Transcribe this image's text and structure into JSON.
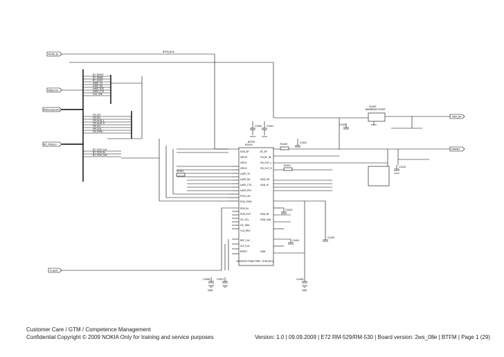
{
  "footer": {
    "line1": "Customer Care / GTM / Competence Management",
    "line2": "Confidential Copyright © 2009 NOKIA Only for training and service purposes",
    "version": "Version: 1.0  |  09.09.2009  |  E72 RM-529/RM-530  |  Board version: 2ws_08e  |  BTFM  |  Page 1 (29)"
  },
  "schematic": {
    "ports_left": [
      "RFPA_fp",
      "BBp(xx)",
      "PeBusupp(xx)",
      "BT_FM(xx)",
      "Cu(pf)"
    ],
    "ports_right": [
      "ANT_BT",
      "FMANT"
    ],
    "net_top": "BTFM_BUS",
    "ic_main": {
      "title": "BTFM",
      "ref": "N2400",
      "part": "BCM4325 FM/BT PDIF / SHB (RX1)",
      "pins_left": [
        "VDD_BT",
        "GPIO0",
        "GPIO1",
        "GPIO2",
        "UART_TX",
        "UART_RX",
        "UART_CTS",
        "UART_RTS",
        "PCM_CLK",
        "PCM_SYNC",
        "PCM_IN",
        "PCM_OUT",
        "I2C_SCL",
        "I2C_SDA",
        "CLK_REQ",
        "REF_CLK",
        "SLP_CLK",
        "RESET"
      ],
      "pins_right": [
        "BT_RF",
        "FM_RF_IN",
        "FM_OUT_L",
        "FM_OUT_R",
        "VDD_FM",
        "VDD_IO",
        "VDD_PA",
        "VDD_LNA",
        "GND"
      ]
    },
    "ic_right": {
      "ref": "Z2400",
      "label": "BANDPASS FILTER"
    },
    "blocks_left_1": [
      "BT_RESET",
      "BT_WAKE",
      "BT_HOST",
      "UART_TX",
      "UART_RX",
      "UART_RTS",
      "UART_CTS",
      "CLK_32K"
    ],
    "blocks_left_2": [
      "FM_INT",
      "FM_EN",
      "FM_AUD_L",
      "FM_AUD_R",
      "FM_I2C",
      "FM_CLK",
      "FM_SYNC"
    ],
    "blocks_left_3": [
      "BT_PCM_CLK",
      "BT_PCM_IN",
      "BT_PCM_OUT"
    ],
    "caps": [
      "C2400",
      "C2401",
      "C2402",
      "C2403",
      "C2404",
      "C2405",
      "C2406",
      "C2407",
      "C2408",
      "C2409",
      "C2410"
    ],
    "resistors": [
      "R2400",
      "R2401",
      "R2402"
    ],
    "gnd": "GND"
  }
}
